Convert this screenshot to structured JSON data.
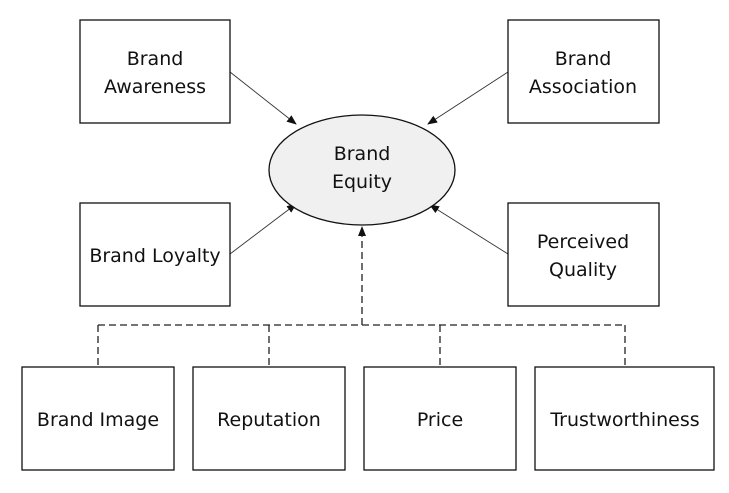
{
  "diagram": {
    "center": {
      "id": "equity",
      "lines": [
        "Brand",
        "Equity"
      ],
      "fill": "#f0f0f0"
    },
    "direct_nodes": [
      {
        "id": "awareness",
        "lines": [
          "Brand",
          "Awareness"
        ]
      },
      {
        "id": "association",
        "lines": [
          "Brand",
          "Association"
        ]
      },
      {
        "id": "loyalty",
        "lines": [
          "Brand Loyalty"
        ]
      },
      {
        "id": "quality",
        "lines": [
          "Perceived",
          "Quality"
        ]
      }
    ],
    "indirect_nodes": [
      {
        "id": "image",
        "lines": [
          "Brand Image"
        ]
      },
      {
        "id": "reputation",
        "lines": [
          "Reputation"
        ]
      },
      {
        "id": "price",
        "lines": [
          "Price"
        ]
      },
      {
        "id": "trust",
        "lines": [
          "Trustworthiness"
        ]
      }
    ],
    "edges": [
      {
        "from": "awareness",
        "to": "equity",
        "style": "solid"
      },
      {
        "from": "association",
        "to": "equity",
        "style": "solid"
      },
      {
        "from": "loyalty",
        "to": "equity",
        "style": "solid"
      },
      {
        "from": "quality",
        "to": "equity",
        "style": "solid"
      },
      {
        "from": "indirect_group",
        "to": "equity",
        "style": "dashed"
      }
    ],
    "colors": {
      "stroke": "#111111",
      "text": "#111111",
      "background": "#ffffff"
    }
  }
}
